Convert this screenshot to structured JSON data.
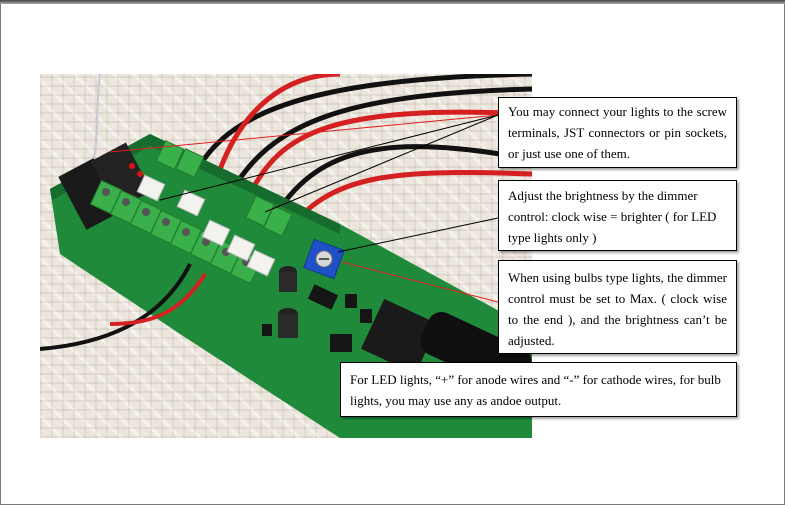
{
  "photo": {
    "description_icon": "photo-image",
    "colors": {
      "pcb": "#1f8a3a",
      "terminal": "#3ab04a",
      "wire_red": "#d42020",
      "wire_black": "#111111",
      "pot": "#2050c8",
      "connector": "#f2f2ee"
    }
  },
  "callouts": {
    "terminals": "You may connect your lights to the screw terminals, JST connectors or pin sockets, or just use one of them.",
    "dimmer": "Adjust the brightness by the dimmer control: clock wise = brighter ( for LED type lights only )",
    "bulbs": "When using bulbs type lights, the dimmer control must be set to Max. ( clock wise to the end ), and the brightness can’t be adjusted.",
    "polarity": "For LED lights, “+” for anode wires and “-” for cathode wires, for bulb lights, you may use any as andoe output."
  }
}
